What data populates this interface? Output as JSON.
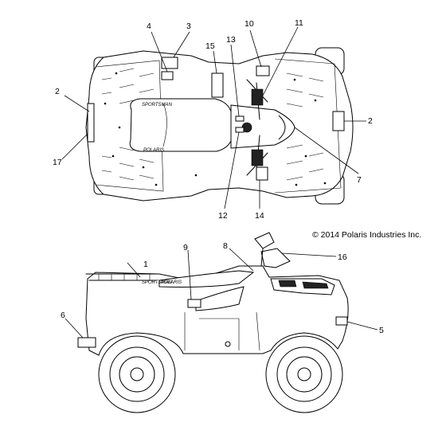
{
  "copyright": "© 2014 Polaris Industries Inc.",
  "callouts": [
    {
      "id": "c1",
      "label": "1"
    },
    {
      "id": "c2a",
      "label": "2"
    },
    {
      "id": "c2b",
      "label": "2"
    },
    {
      "id": "c3",
      "label": "3"
    },
    {
      "id": "c4",
      "label": "4"
    },
    {
      "id": "c5",
      "label": "5"
    },
    {
      "id": "c6",
      "label": "6"
    },
    {
      "id": "c7",
      "label": "7"
    },
    {
      "id": "c8",
      "label": "8"
    },
    {
      "id": "c9",
      "label": "9"
    },
    {
      "id": "c10",
      "label": "10"
    },
    {
      "id": "c11",
      "label": "11"
    },
    {
      "id": "c12",
      "label": "12"
    },
    {
      "id": "c13",
      "label": "13"
    },
    {
      "id": "c14",
      "label": "14"
    },
    {
      "id": "c15",
      "label": "15"
    },
    {
      "id": "c16",
      "label": "16"
    },
    {
      "id": "c17",
      "label": "17"
    }
  ],
  "logos": {
    "tank_top": "SPORTSMAN",
    "fender_top": "POLARIS",
    "side_hood": "SPORTSMAN",
    "side_fender": "POLARIS"
  }
}
